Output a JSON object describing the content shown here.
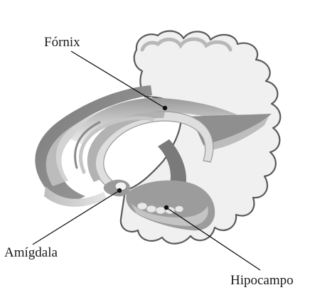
{
  "labels": {
    "fornix": "Fórnix",
    "amygdala": "Amígdala",
    "hippocampus": "Hipocampo"
  },
  "colors": {
    "background": "#ffffff",
    "cortex_fill": "#f0f0f0",
    "cortex_outline": "#5a5a5a",
    "dark_gray": "#808080",
    "mid_gray": "#a8a8a8",
    "light_gray": "#d4d4d4",
    "leader_line": "#111111"
  }
}
